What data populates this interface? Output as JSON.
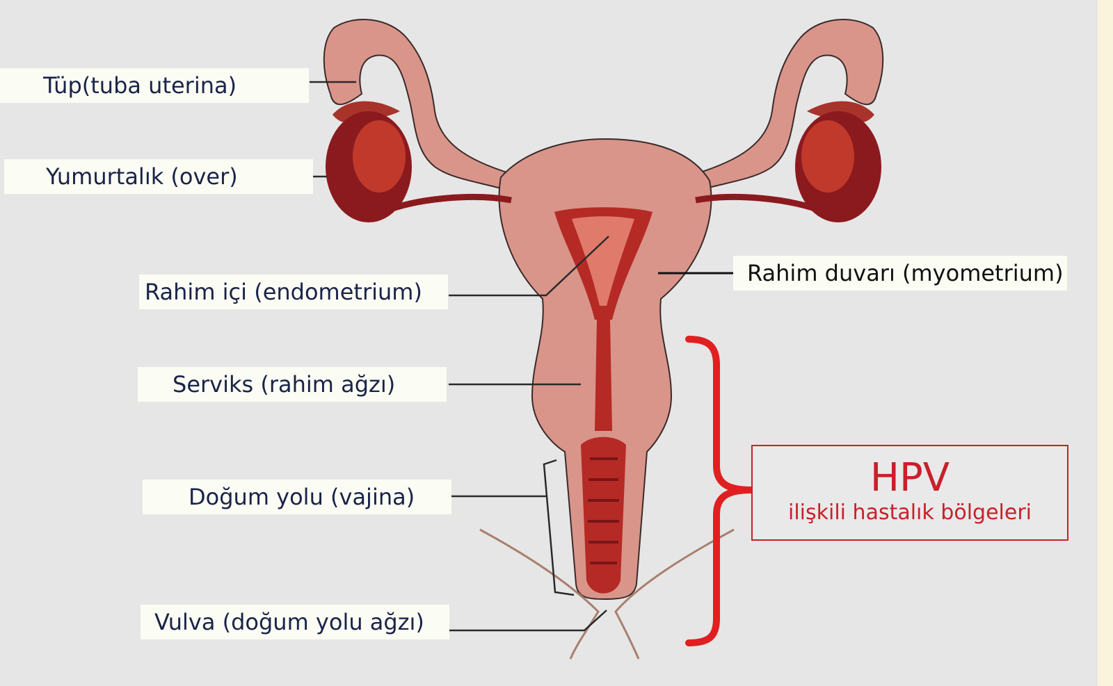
{
  "labels": {
    "tube": "Tüp(tuba uterina)",
    "ovary": "Yumurtalık (over)",
    "endometrium": "Rahim içi (endometrium)",
    "cervix": "Serviks (rahim ağzı)",
    "vagina": "Doğum yolu (vajina)",
    "vulva": "Vulva (doğum yolu ağzı)",
    "myometrium": "Rahim duvarı (myometrium)"
  },
  "hpv": {
    "title": "HPV",
    "subtitle": "ilişkili hastalık bölgeleri"
  },
  "colors": {
    "uterus": "#d9958a",
    "ovary": "#8b1a1e",
    "cavity": "#b52a25",
    "accent": "#e02020",
    "label_text": "#1a2348"
  }
}
